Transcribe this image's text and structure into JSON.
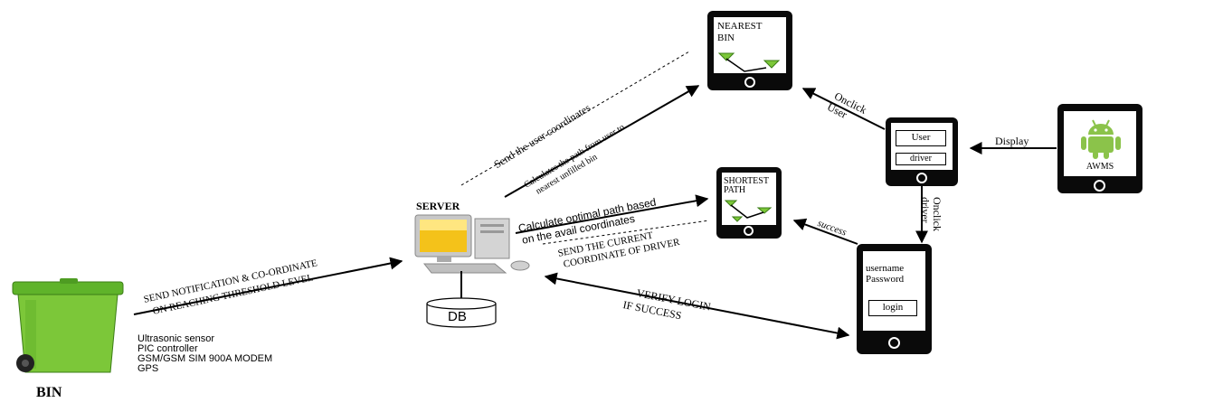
{
  "bin": {
    "label": "BIN",
    "specs": [
      "Ultrasonic sensor",
      "PIC controller",
      "GSM/GSM SIM 900A MODEM",
      "GPS"
    ]
  },
  "server": {
    "label": "SERVER",
    "db_label": "DB"
  },
  "phones": {
    "nearest_bin": {
      "title_line1": "NEAREST",
      "title_line2": "BIN"
    },
    "shortest_path": {
      "title_line1": "SHORTEST",
      "title_line2": "PATH"
    },
    "selector": {
      "user_button": "User",
      "driver_button": "driver"
    },
    "login": {
      "username": "username",
      "password": "Password",
      "login_button": "login"
    },
    "awms": {
      "label": "AWMS"
    }
  },
  "edges": {
    "bin_to_server_line1": "SEND NOTIFICATION  &  CO-ORDINATE",
    "bin_to_server_line2": "ON  REACHING THRESHOLD LEVEL",
    "send_user_coords": "Send the user coordinates",
    "calc_path_line1": "Calculates the path from user to",
    "calc_path_line2": "nearest unfilled bin",
    "calc_optimal_line1": "Calculate optimal path based",
    "calc_optimal_line2": "on the avail coordinates",
    "send_current_line1": "SEND THE CURRENT",
    "send_current_line2": "COORDINATE OF DRIVER",
    "verify_login_line1": "VERIFY  LOGIN",
    "verify_login_line2": "IF SUCCESS",
    "success": "success",
    "onclick_user_line1": "Onclick",
    "onclick_user_line2": "User",
    "onclick_driver_line1": "Onclick",
    "onclick_driver_line2": "driver",
    "display": "Display"
  }
}
